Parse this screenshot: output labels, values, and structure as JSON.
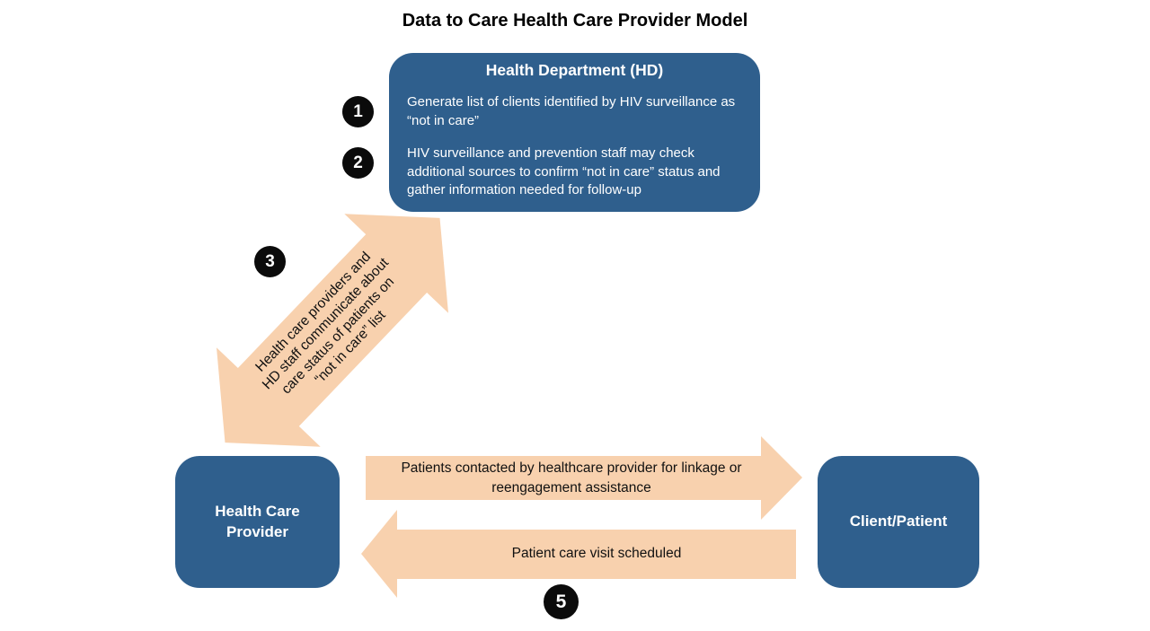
{
  "title": "Data to Care Health Care Provider Model",
  "colors": {
    "node_blue": "#2F5F8D",
    "arrow_peach": "#F8D1AE",
    "badge_black": "#0B0B0B",
    "text_black": "#111111",
    "text_white": "#FFFFFF"
  },
  "hd_box": {
    "title": "Health Department (HD)",
    "step1_text": "Generate list of clients identified by HIV surveillance as “not in care”",
    "step2_text": "HIV surveillance and prevention staff may check additional sources to confirm “not in care” status and gather information needed for follow-up"
  },
  "badges": {
    "step1": "1",
    "step2": "2",
    "step3": "3",
    "step5": "5"
  },
  "diagonal_arrow": {
    "direction": "double-headed, between Health Care Provider and Health Department",
    "lines": [
      "Health care providers and",
      "HD staff communicate about",
      "care status of patients on",
      "“not in care” list"
    ]
  },
  "right_arrow": {
    "direction": "Health Care Provider to Client/Patient",
    "label": "Patients contacted by healthcare provider for linkage or reengagement assistance"
  },
  "left_arrow": {
    "direction": "Client/Patient to Health Care Provider",
    "label": "Patient care visit scheduled"
  },
  "nodes": {
    "provider_label": "Health Care Provider",
    "client_label": "Client/Patient"
  }
}
